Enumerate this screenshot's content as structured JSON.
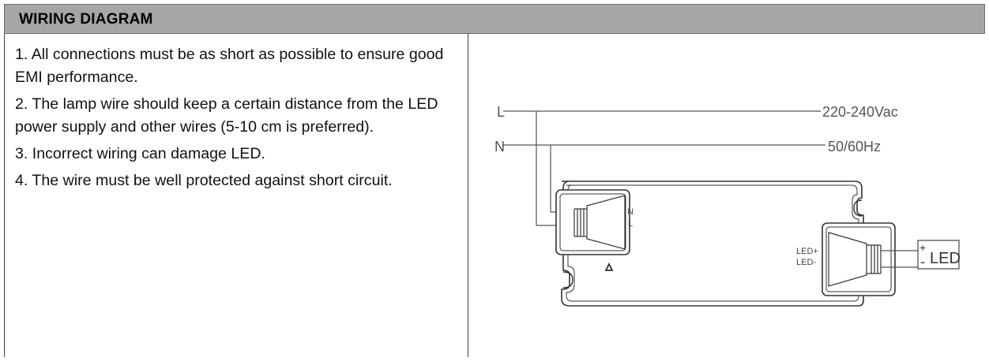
{
  "header": {
    "title": "WIRING DIAGRAM"
  },
  "notes": [
    "1. All connections must be as short as possible to ensure good EMI performance.",
    "2. The lamp wire should keep a certain distance from the LED power supply and other wires (5-10 cm is preferred).",
    "3. Incorrect wiring can damage LED.",
    "4. The wire must be well protected against short circuit."
  ],
  "diagram": {
    "input_l": "L",
    "input_n": "N",
    "voltage": "220-240Vac",
    "frequency": "50/60Hz",
    "term_n": "N",
    "term_l": "L",
    "led_plus": "LED+",
    "led_minus": "LED-",
    "load_plus": "+",
    "load_minus": "-",
    "load_label": "LED"
  }
}
